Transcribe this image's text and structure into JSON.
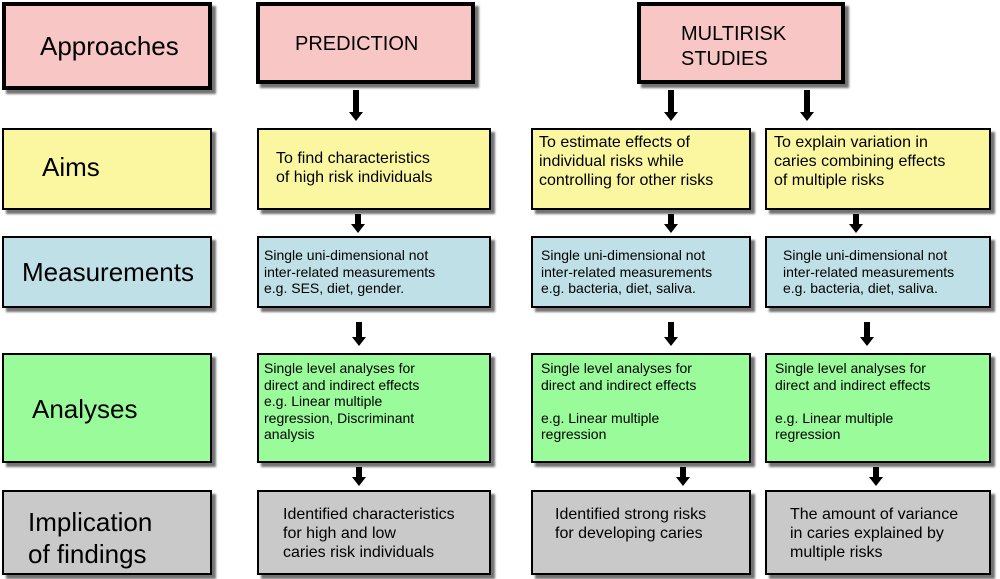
{
  "rows": {
    "approaches": "Approaches",
    "aims": "Aims",
    "measurements": "Measurements",
    "analyses": "Analyses",
    "implication": "Implication\nof findings"
  },
  "prediction": {
    "header": "PREDICTION",
    "aim": "To find characteristics\nof high risk individuals",
    "measurement": "Single uni-dimensional not\ninter-related measurements\ne.g. SES, diet, gender.",
    "analysis": "Single level analyses for\ndirect and indirect effects\ne.g. Linear multiple\nregression, Discriminant\nanalysis",
    "implication": "Identified characteristics\nfor high and low\ncaries risk individuals"
  },
  "multirisk": {
    "header": "MULTIRISK\nSTUDIES",
    "left": {
      "aim": "To estimate effects of\nindividual risks while\ncontrolling for other risks",
      "measurement": "Single uni-dimensional not\ninter-related measurements\ne.g. bacteria, diet, saliva.",
      "analysis": "Single level analyses for\ndirect and indirect effects\n\ne.g. Linear multiple\nregression",
      "implication": "Identified strong risks\nfor developing caries"
    },
    "right": {
      "aim": "To explain variation in\ncaries combining effects\nof multiple risks",
      "measurement": "Single uni-dimensional not\ninter-related measurements\ne.g. bacteria, diet, saliva.",
      "analysis": "Single level analyses for\ndirect and indirect effects\n\ne.g. Linear multiple\nregression",
      "implication": "The amount of variance\nin caries explained by\nmultiple risks"
    }
  }
}
